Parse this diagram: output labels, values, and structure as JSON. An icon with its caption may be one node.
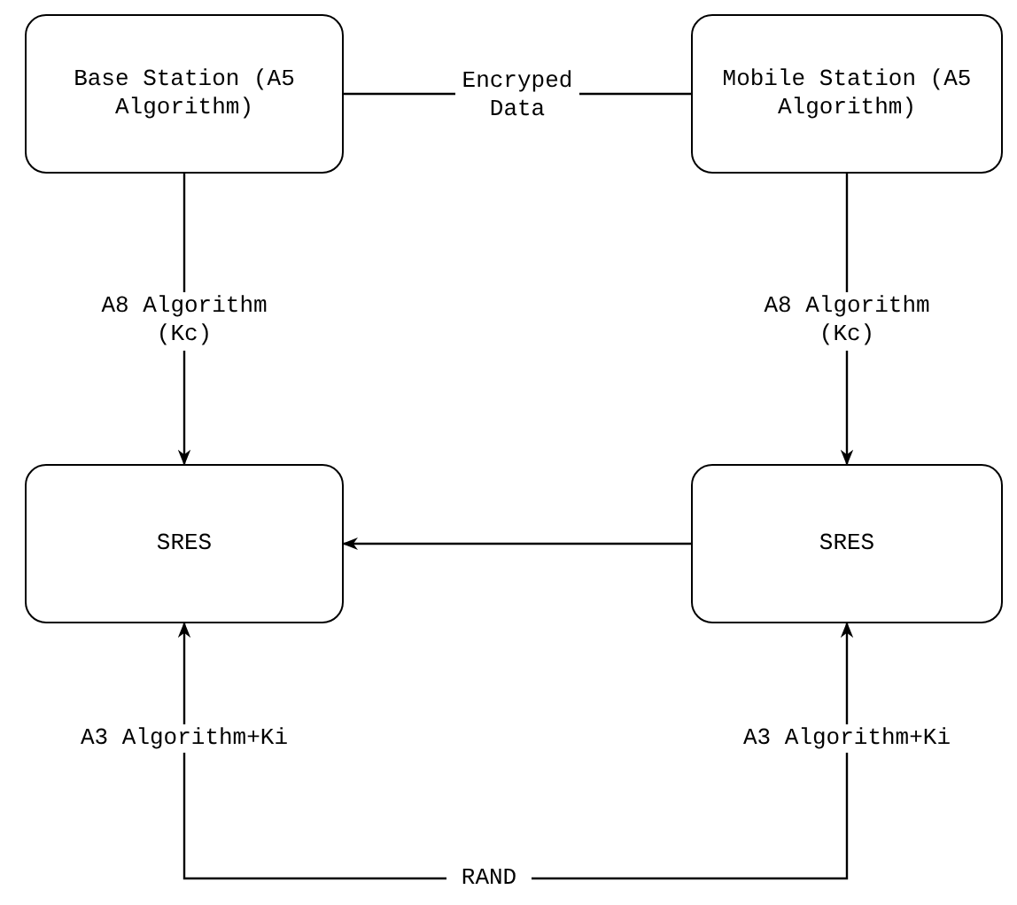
{
  "diagram": {
    "nodes": [
      {
        "text": [
          "Base Station (A5 Algorithm)"
        ]
      },
      {
        "text": [
          "Mobile Station (A5 Algorithm)"
        ]
      },
      {
        "text": [
          "SRES"
        ]
      },
      {
        "text": [
          "SRES"
        ]
      },
      {
        "text": [
          "RAND"
        ]
      }
    ],
    "edges": [
      {
        "from": 0,
        "to": 1,
        "arrow": "none",
        "label": "Encryped Data"
      },
      {
        "from": 0,
        "to": 2,
        "arrow": "to",
        "label": "A8 Algorithm (Kc)"
      },
      {
        "from": 1,
        "to": 3,
        "arrow": "to",
        "label": "A8 Algorithm (Kc)"
      },
      {
        "from": 3,
        "to": 2,
        "arrow": "to"
      },
      {
        "from": 4,
        "to": 2,
        "arrow": "to",
        "label": "A3 Algorithm+Ki"
      },
      {
        "from": 4,
        "to": 3,
        "arrow": "to",
        "label": "A3 Algorithm+Ki"
      }
    ]
  }
}
